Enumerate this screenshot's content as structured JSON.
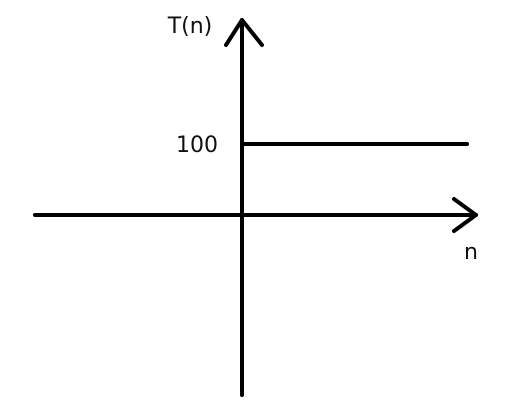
{
  "chart_data": {
    "type": "line",
    "title": "",
    "xlabel": "n",
    "ylabel": "T(n)",
    "yticks": [
      {
        "value": 100,
        "label": "100"
      }
    ],
    "series": [
      {
        "points": [
          {
            "x": 0,
            "y": 100
          },
          {
            "x": 1,
            "y": 100
          }
        ]
      }
    ],
    "xlim": [
      -0.92,
      1.05
    ],
    "ylim": [
      -250,
      278
    ],
    "grid": false,
    "axes_style": "arrows",
    "line_color": "#000000"
  }
}
